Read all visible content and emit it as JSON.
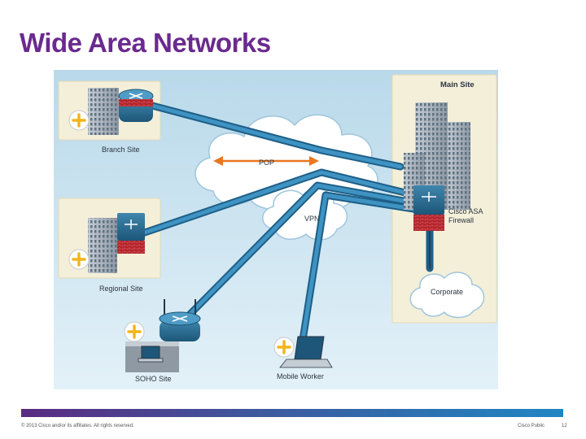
{
  "slide": {
    "title": "Wide Area Networks"
  },
  "diagram": {
    "labels": {
      "branch_site": "Branch Site",
      "regional_site": "Regional Site",
      "soho_site": "SOHO Site",
      "mobile_worker": "Mobile Worker",
      "main_site": "Main Site",
      "pop": "POP",
      "vpn": "VPN",
      "firewall_line1": "Cisco ASA",
      "firewall_line2": "Firewall",
      "corporate": "Corporate"
    },
    "icons": [
      "plus-badge-icon",
      "building-icon",
      "router-icon",
      "firewall-icon",
      "laptop-icon",
      "cloud-icon",
      "tower-icon"
    ],
    "colors": {
      "title": "#6a2a8e",
      "link": "#2d7aa6",
      "plus_badge": "#f2b51c",
      "firewall_red": "#b2222a",
      "arrow": "#e87722"
    }
  },
  "footer": {
    "copyright": "© 2013 Cisco and/or its affiliates. All rights reserved.",
    "classification": "Cisco Public",
    "page_number": "12"
  }
}
